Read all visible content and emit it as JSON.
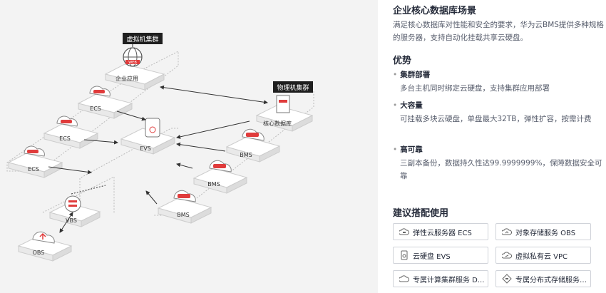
{
  "diagram": {
    "tags": {
      "vm_cluster": "虚拟机集群",
      "physical_cluster": "物理机集群",
      "web_badge": "WEB"
    },
    "nodes": {
      "enterprise_app": "企业应用",
      "ecs_1": "ECS",
      "ecs_2": "ECS",
      "ecs_3": "ECS",
      "evs": "EVS",
      "core_db": "核心数据库",
      "bms_1": "BMS",
      "bms_2": "BMS",
      "bms_3": "BMS",
      "vbs": "VBS",
      "obs": "OBS"
    },
    "colors": {
      "accent": "#e03c3c",
      "tag_bg": "#1f1f1f",
      "platform": "#ffffff",
      "line": "#333333"
    }
  },
  "info": {
    "title": "企业核心数据库场景",
    "description": "满足核心数据库对性能和安全的要求，华为云BMS提供多种规格的服务器，支持自动化挂载共享云硬盘。",
    "advantages_title": "优势",
    "advantages": [
      {
        "bullet": "•",
        "title": "集群部署",
        "desc": "多台主机同时绑定云硬盘，支持集群应用部署"
      },
      {
        "bullet": "•",
        "title": "大容量",
        "desc": "可挂载多块云硬盘，单盘最大32TB，弹性扩容，按需计费"
      },
      {
        "bullet": "•",
        "title": "高可靠",
        "desc": "三副本备份，数据持久性达99.9999999%，保障数据安全可靠"
      }
    ],
    "recommend_title": "建议搭配使用",
    "recommend": [
      {
        "label": "弹性云服务器 ECS",
        "icon": "cloud-server-icon"
      },
      {
        "label": "对象存储服务 OBS",
        "icon": "cloud-storage-icon"
      },
      {
        "label": "云硬盘 EVS",
        "icon": "disk-icon"
      },
      {
        "label": "虚拟私有云 VPC",
        "icon": "cloud-network-icon"
      },
      {
        "label": "专属计算集群服务 D...",
        "icon": "cloud-icon"
      },
      {
        "label": "专属分布式存储服务 ...",
        "icon": "diamond-storage-icon"
      }
    ]
  }
}
